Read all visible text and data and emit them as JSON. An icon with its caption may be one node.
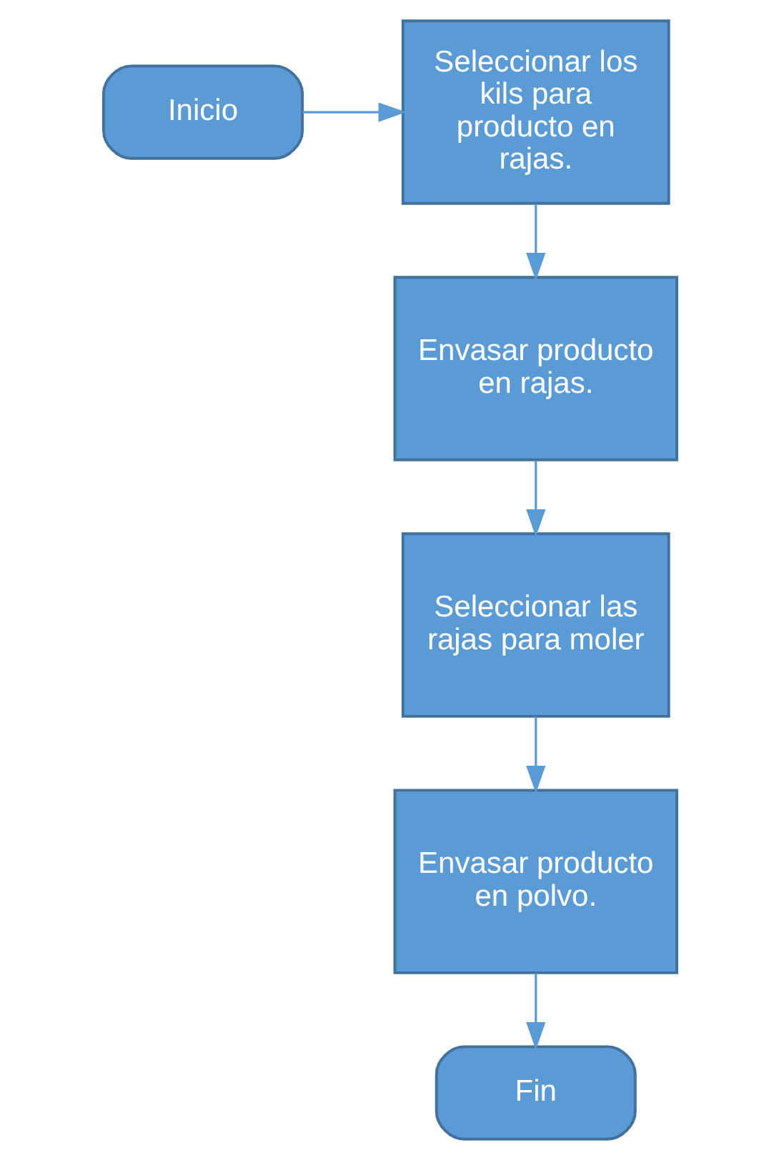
{
  "diagram": {
    "nodes": [
      {
        "text": [
          "Inicio"
        ]
      },
      {
        "text": [
          "Seleccionar los kils para producto en rajas."
        ]
      },
      {
        "text": [
          "Envasar producto en rajas."
        ]
      },
      {
        "text": [
          "Seleccionar las rajas para moler"
        ]
      },
      {
        "text": [
          "Envasar producto en polvo."
        ]
      },
      {
        "text": [
          "Fin"
        ]
      }
    ],
    "edges": [
      {
        "from": 0,
        "to": 1,
        "arrow": "to"
      },
      {
        "from": 1,
        "to": 2,
        "arrow": "to"
      },
      {
        "from": 2,
        "to": 3,
        "arrow": "to"
      },
      {
        "from": 3,
        "to": 4,
        "arrow": "to"
      },
      {
        "from": 4,
        "to": 5,
        "arrow": "to"
      }
    ]
  }
}
